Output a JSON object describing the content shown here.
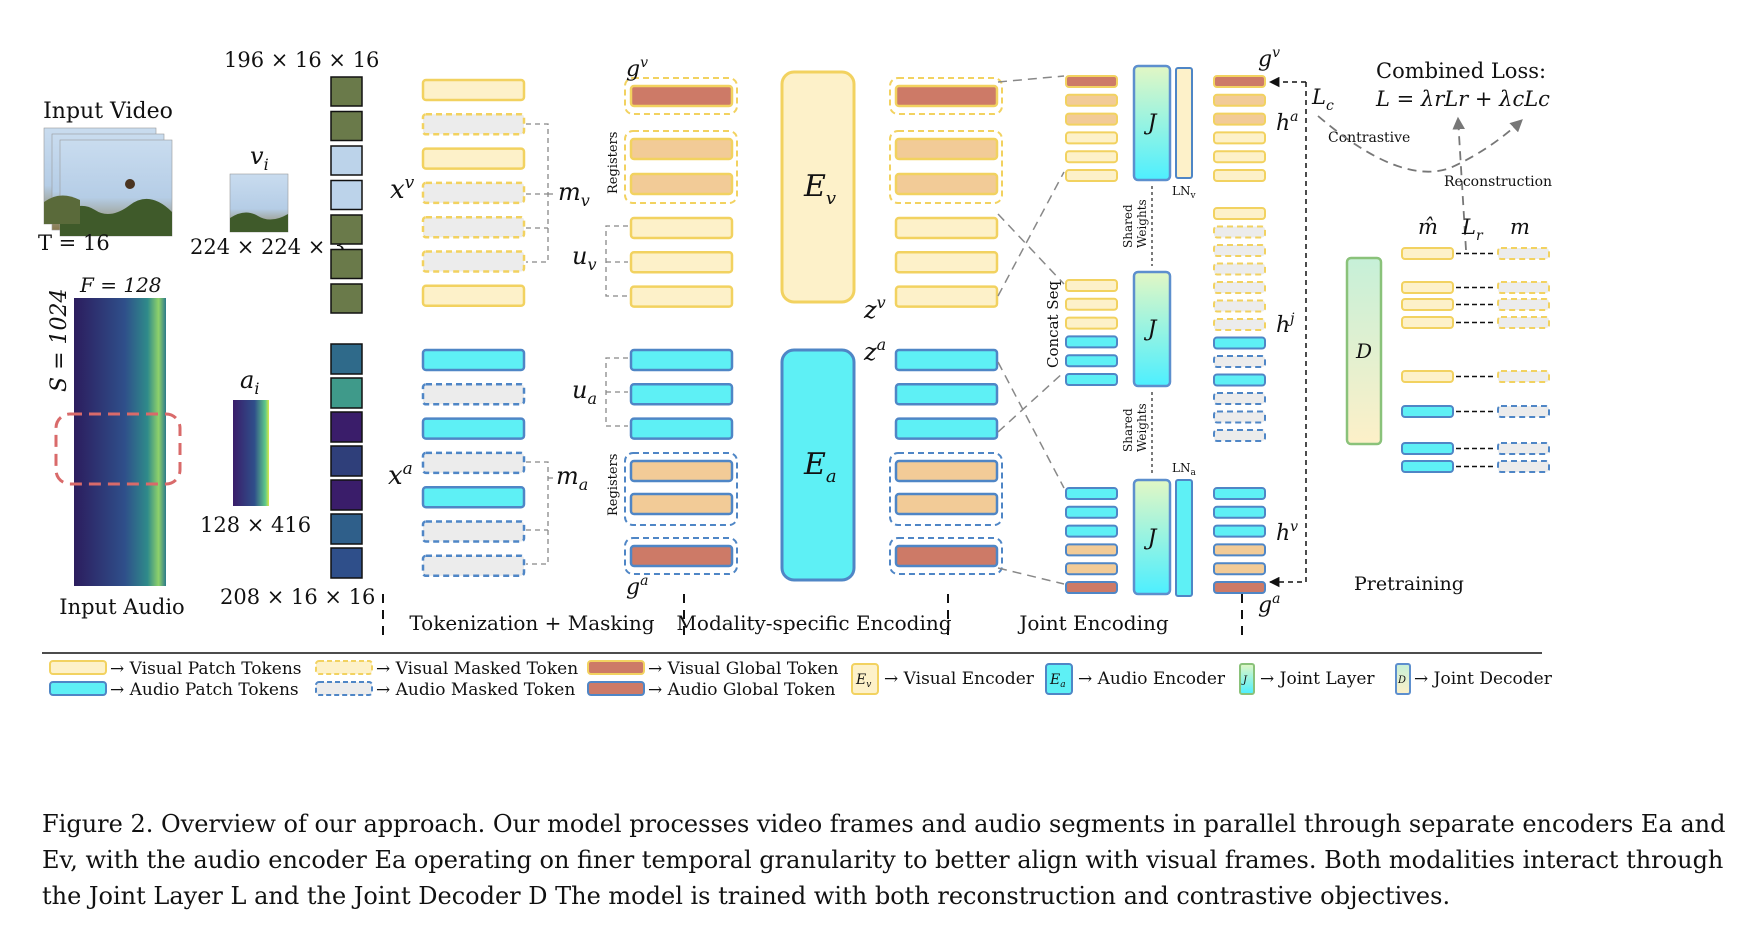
{
  "colors": {
    "visual_fill": "#fdf1c9",
    "visual_stroke": "#f2d260",
    "audio_fill": "#5ef0f5",
    "audio_stroke": "#4f86c6",
    "masked_fill": "#ececec",
    "register_fill": "#f2cb97",
    "global_fill": "#cd7a67",
    "decoder_top": "#c9f1d6",
    "decoder_bottom": "#fbf0cc",
    "joint_top": "#d9f5c0",
    "joint_bottom": "#55eef6",
    "crop_box": "#d96a6a"
  },
  "inputs": {
    "video_title": "Input Video",
    "t_label": "T = 16",
    "frame_label": "v",
    "frame_sub": "i",
    "frame_dims": "224 × 224 × 3",
    "video_patch_dims": "196 × 16 × 16",
    "f_label": "F = 128",
    "s_label": "S = 1024",
    "audio_label": "a",
    "audio_sub": "i",
    "audio_dims": "128 × 416",
    "audio_patch_dims": "208 × 16 × 16",
    "audio_title": "Input Audio"
  },
  "symbols": {
    "xv": "x",
    "xv_sup": "v",
    "xa": "x",
    "xa_sup": "a",
    "mv": "m",
    "mv_sub": "v",
    "uv": "u",
    "uv_sub": "v",
    "ua": "u",
    "ua_sub": "a",
    "ma": "m",
    "ma_sub": "a",
    "gv_top": "g",
    "gv_top_sup": "v",
    "ga_bottom": "g",
    "ga_bottom_sup": "a",
    "registers_top": "Registers",
    "registers_bottom": "Registers",
    "ev": "E",
    "ev_sub": "v",
    "ea": "E",
    "ea_sub": "a",
    "zv": "z",
    "zv_sup": "v",
    "za": "z",
    "za_sup": "a",
    "concat_seq": "Concat Seq",
    "j": "J",
    "ln_v": "LN",
    "ln_v_sub": "v",
    "ln_a": "LN",
    "ln_a_sub": "a",
    "shared_weights": "Shared",
    "shared_weights2": "Weights",
    "gv_right": "g",
    "gv_right_sup": "v",
    "ga_right": "g",
    "ga_right_sup": "a",
    "ha": "h",
    "ha_sup": "a",
    "hj": "h",
    "hj_sup": "j",
    "hv": "h",
    "hv_sup": "v",
    "lc": "L",
    "lc_sub": "c",
    "contrastive": "Contrastive",
    "reconstruction": "Reconstruction",
    "combined_loss_title": "Combined Loss:",
    "combined_loss_formula": "L = λrLr + λcLc",
    "m_hat": "m̂",
    "lr": "L",
    "lr_sub": "r",
    "m": "m",
    "d": "D",
    "pretraining": "Pretraining"
  },
  "stages": {
    "tokenization": "Tokenization + Masking",
    "modality": "Modality-specific Encoding",
    "joint": "Joint Encoding"
  },
  "legend": {
    "visual_patch": "→ Visual Patch Tokens",
    "audio_patch": "→ Audio Patch Tokens",
    "visual_masked": "→ Visual Masked Token",
    "audio_masked": "→ Audio Masked Token",
    "visual_global": "→ Visual Global Token",
    "audio_global": "→ Audio Global Token",
    "visual_encoder": "→ Visual Encoder",
    "audio_encoder": "→ Audio Encoder",
    "joint_layer": "→ Joint Layer",
    "joint_decoder": "→ Joint Decoder",
    "ev_icon": "E",
    "ev_icon_sub": "v",
    "ea_icon": "E",
    "ea_icon_sub": "a",
    "j_icon": "J",
    "d_icon": "D"
  },
  "caption": "Figure 2. Overview of our approach. Our model processes video frames and audio segments in parallel through separate encoders Ea and Ev, with the audio encoder Ea operating on finer temporal granularity to better align with visual frames. Both modalities interact through the Joint Layer L and the Joint Decoder D The model is trained with both reconstruction and contrastive objectives."
}
